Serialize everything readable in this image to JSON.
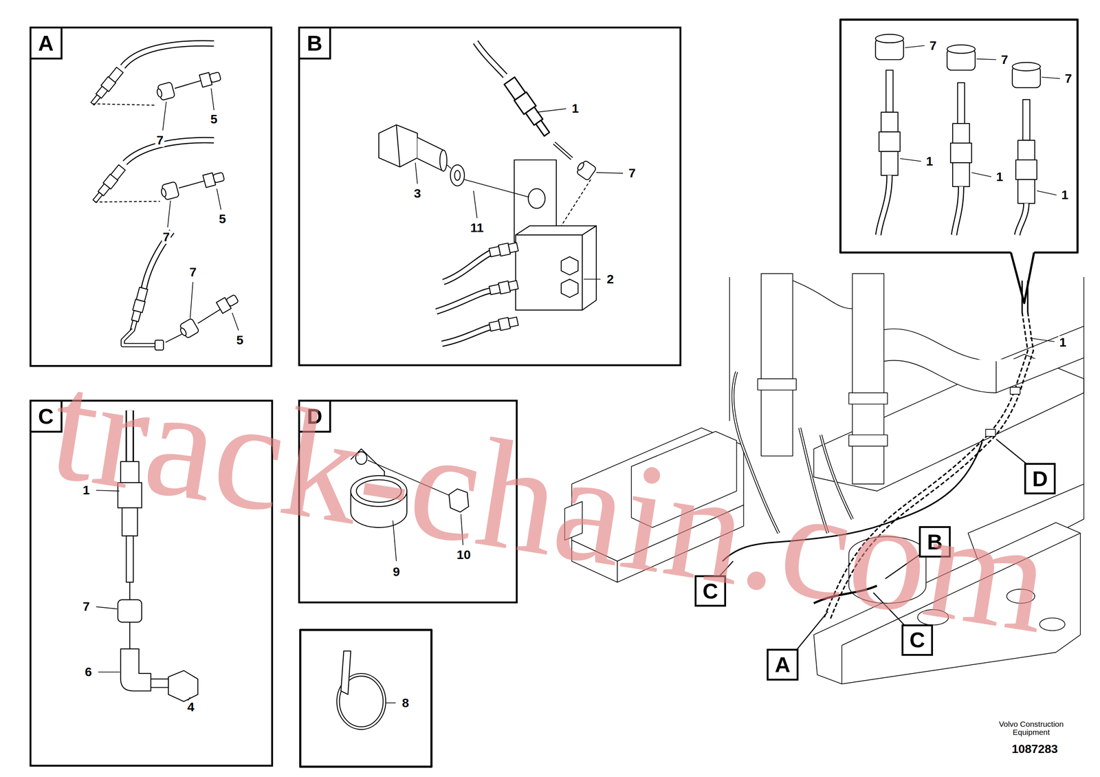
{
  "diagram": {
    "nodes": [
      {
        "text": [
          "A"
        ]
      },
      {
        "text": [
          "B"
        ]
      },
      {
        "text": [
          "C"
        ]
      },
      {
        "text": [
          "D"
        ]
      },
      {
        "text": [
          "D"
        ]
      },
      {
        "text": [
          "B"
        ]
      },
      {
        "text": [
          "C"
        ]
      },
      {
        "text": [
          "C"
        ]
      },
      {
        "text": [
          "A"
        ]
      }
    ],
    "labels": [
      "7",
      "5",
      "7",
      "5",
      "7",
      "5",
      "1",
      "3",
      "11",
      "7",
      "2",
      "7",
      "7",
      "7",
      "1",
      "1",
      "1",
      "1",
      "1",
      "7",
      "6",
      "4",
      "9",
      "10",
      "8",
      "track-chain.com",
      "Volvo Construction Equipment",
      "1087283"
    ]
  }
}
